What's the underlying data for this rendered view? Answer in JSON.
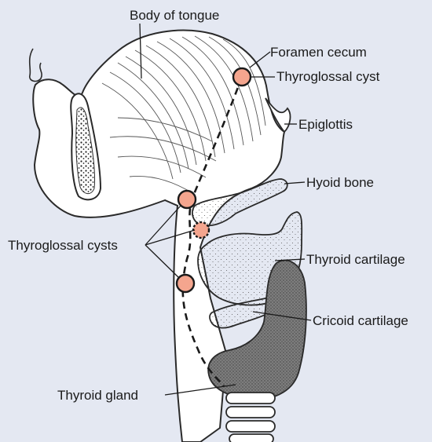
{
  "diagram": {
    "background": "#e4e8f2",
    "tissue_fill": "#ffffff",
    "outline_color": "#2a2a2a",
    "cyst_fill": "#f4a58e",
    "thyroid_fill": "#8c8c8c",
    "labels": {
      "body_of_tongue": "Body of tongue",
      "foramen_cecum": "Foramen cecum",
      "thyroglossal_cyst": "Thyroglossal cyst",
      "epiglottis": "Epiglottis",
      "hyoid_bone": "Hyoid bone",
      "thyroglossal_cysts": "Thyroglossal cysts",
      "thyroid_cartilage": "Thyroid cartilage",
      "cricoid_cartilage": "Cricoid cartilage",
      "thyroid_gland": "Thyroid gland"
    }
  }
}
